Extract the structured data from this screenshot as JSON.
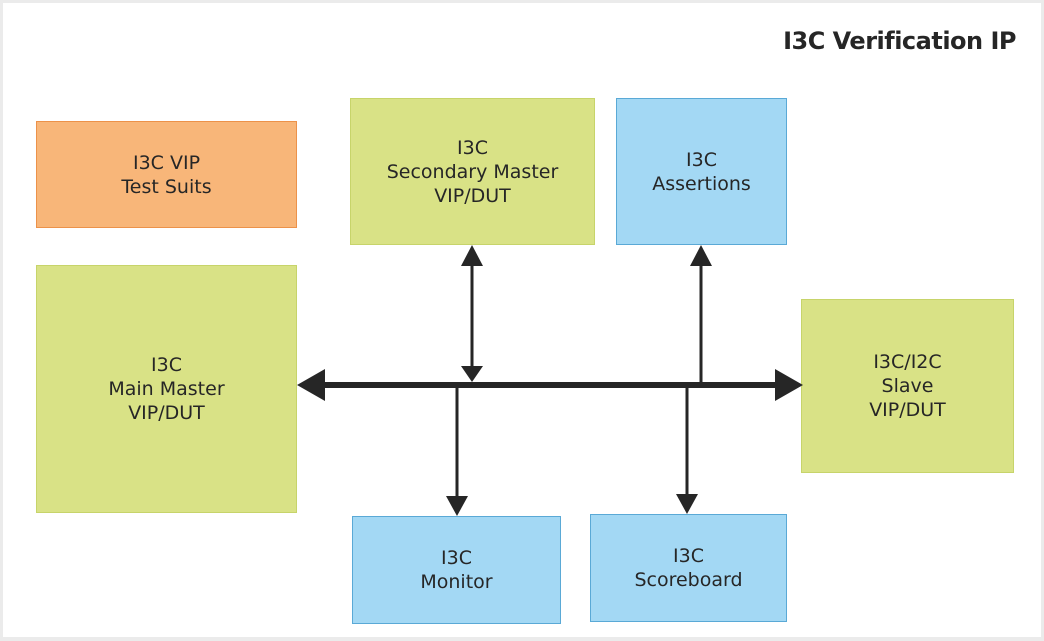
{
  "title": "I3C Verification IP",
  "colors": {
    "test_suits": "#f8b679",
    "vip_dut": "#d9e286",
    "verification_components": "#a3d8f4",
    "bus": "#262626"
  },
  "blocks": {
    "test_suits": "I3C VIP\nTest Suits",
    "secondary_master": "I3C\nSecondary Master\nVIP/DUT",
    "assertions": "I3C\nAssertions",
    "main_master": "I3C\nMain Master\nVIP/DUT",
    "slave": "I3C/I2C\nSlave\nVIP/DUT",
    "monitor": "I3C\nMonitor",
    "scoreboard": "I3C\nScoreboard"
  },
  "connections": [
    {
      "from": "bus",
      "to": "main_master",
      "direction": "bidirectional"
    },
    {
      "from": "bus",
      "to": "slave",
      "direction": "bidirectional"
    },
    {
      "from": "bus",
      "to": "secondary_master",
      "direction": "bidirectional"
    },
    {
      "from": "bus",
      "to": "assertions",
      "direction": "to"
    },
    {
      "from": "bus",
      "to": "monitor",
      "direction": "to"
    },
    {
      "from": "bus",
      "to": "scoreboard",
      "direction": "to"
    }
  ]
}
